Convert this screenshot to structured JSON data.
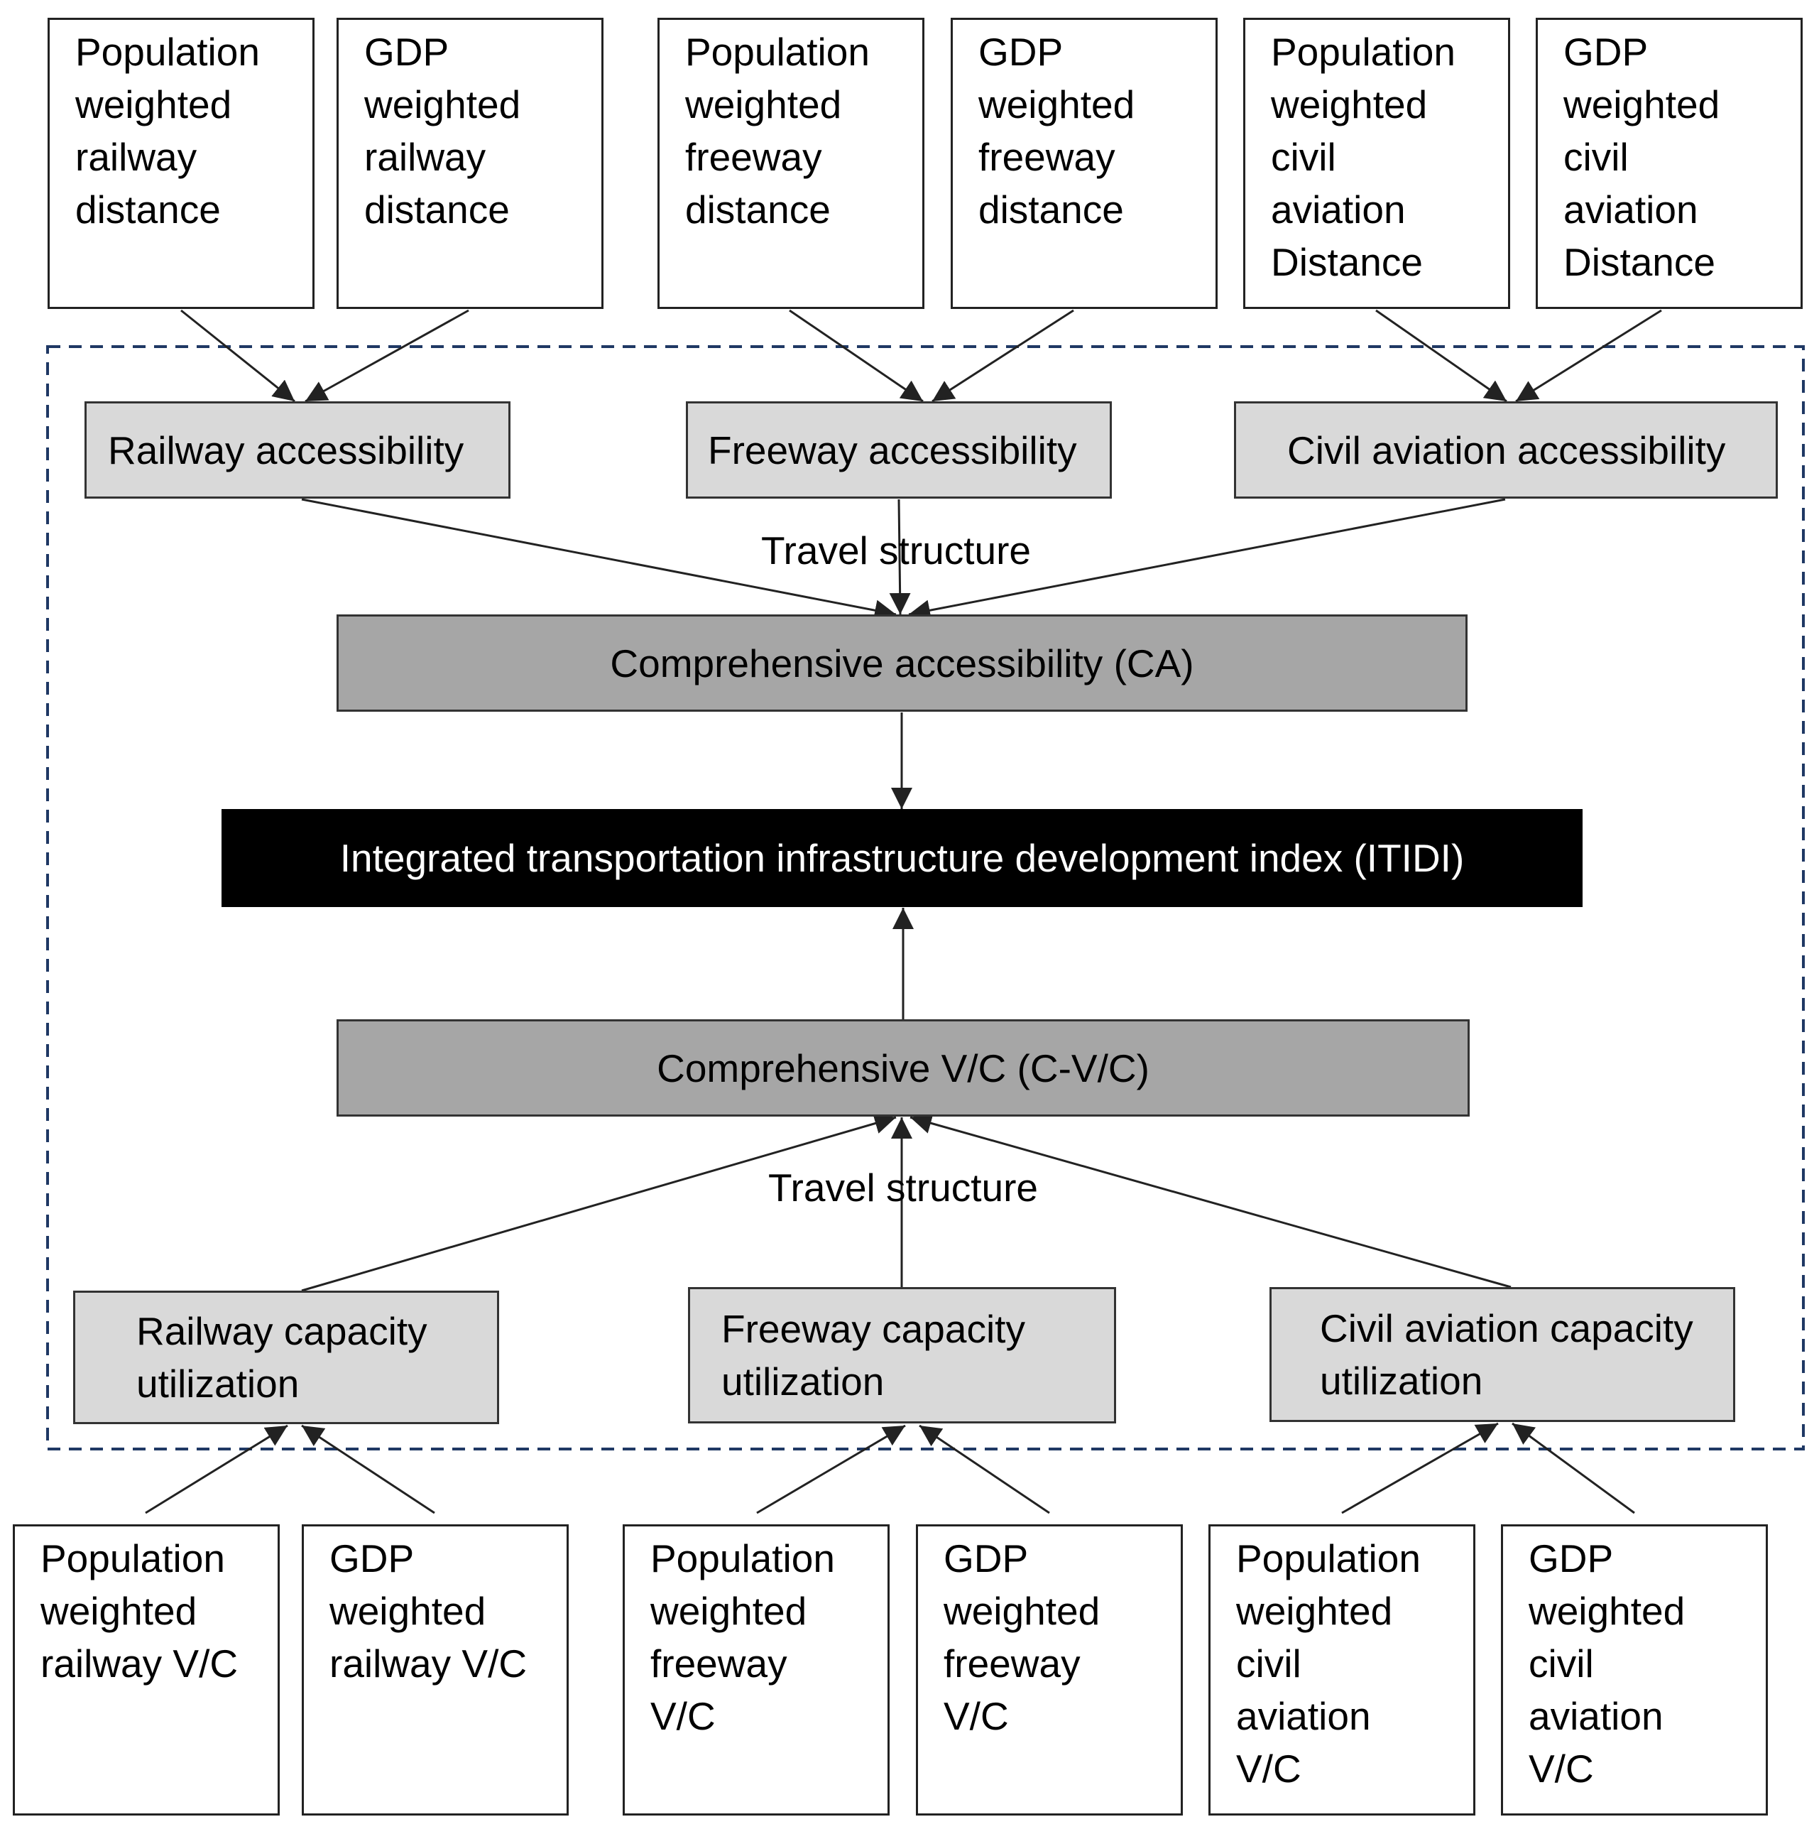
{
  "top_inputs": [
    {
      "lines": [
        "Population",
        "weighted",
        "railway",
        "distance"
      ]
    },
    {
      "lines": [
        "GDP",
        "weighted",
        "railway",
        "distance"
      ]
    },
    {
      "lines": [
        "Population",
        "weighted",
        "freeway",
        "distance"
      ]
    },
    {
      "lines": [
        "GDP",
        "weighted",
        "freeway",
        "distance"
      ]
    },
    {
      "lines": [
        "Population",
        "weighted",
        "civil",
        "aviation",
        "Distance"
      ]
    },
    {
      "lines": [
        "GDP",
        "weighted",
        "civil",
        "aviation",
        "Distance"
      ]
    }
  ],
  "accessibility": [
    {
      "lines": [
        "Railway accessibility"
      ]
    },
    {
      "lines": [
        "Freeway accessibility"
      ]
    },
    {
      "lines": [
        "Civil aviation accessibility"
      ]
    }
  ],
  "travel_structure_label": "Travel structure",
  "comprehensive_accessibility": "Comprehensive accessibility (CA)",
  "itidi": "Integrated transportation infrastructure development index (ITIDI)",
  "comprehensive_vc": "Comprehensive V/C (C-V/C)",
  "capacity": [
    {
      "lines": [
        "Railway capacity",
        "utilization"
      ]
    },
    {
      "lines": [
        "Freeway capacity",
        "utilization"
      ]
    },
    {
      "lines": [
        "Civil aviation capacity",
        "utilization"
      ]
    }
  ],
  "bottom_inputs": [
    {
      "lines": [
        "Population",
        "weighted",
        "railway V/C"
      ]
    },
    {
      "lines": [
        "GDP",
        "weighted",
        "railway V/C"
      ]
    },
    {
      "lines": [
        "Population",
        "weighted",
        "freeway",
        "V/C"
      ]
    },
    {
      "lines": [
        "GDP",
        "weighted",
        "freeway",
        "V/C"
      ]
    },
    {
      "lines": [
        "Population",
        "weighted",
        "civil",
        "aviation",
        "V/C"
      ]
    },
    {
      "lines": [
        "GDP",
        "weighted",
        "civil",
        "aviation",
        "V/C"
      ]
    }
  ],
  "colors": {
    "dashed_border": "#1f3864",
    "mode_fill": "#d9d9d9",
    "comprehensive_fill": "#a6a6a6",
    "index_fill": "#000000",
    "arrow": "#222222"
  }
}
